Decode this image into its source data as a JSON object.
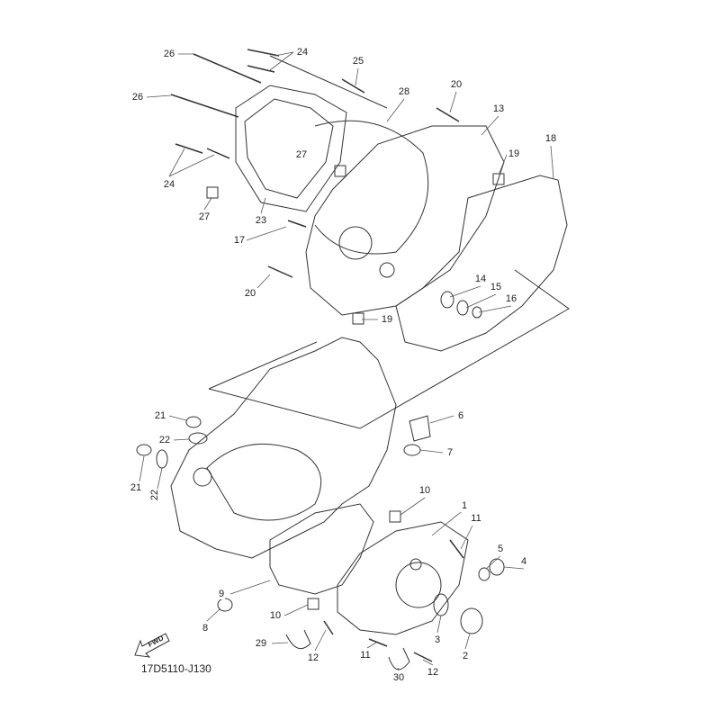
{
  "diagram": {
    "code": "17D5110-J130",
    "fwd_label": "FWD",
    "callouts": [
      "26",
      "24",
      "25",
      "26",
      "28",
      "20",
      "13",
      "19",
      "18",
      "27",
      "24",
      "27",
      "23",
      "17",
      "20",
      "14",
      "15",
      "16",
      "19",
      "21",
      "22",
      "6",
      "7",
      "21",
      "22",
      "10",
      "1",
      "11",
      "5",
      "4",
      "9",
      "10",
      "8",
      "29",
      "12",
      "11",
      "3",
      "2",
      "30",
      "12"
    ]
  }
}
